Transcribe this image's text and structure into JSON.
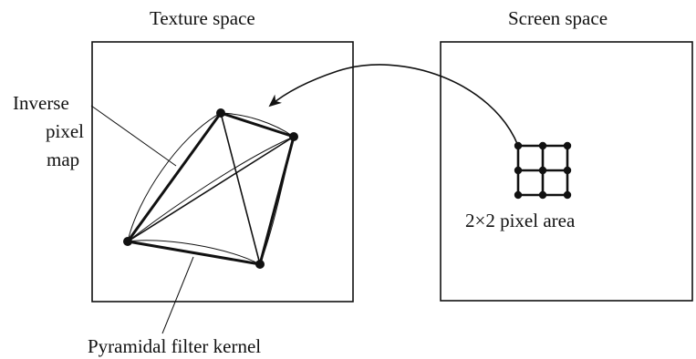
{
  "labels": {
    "texture_space": "Texture space",
    "screen_space": "Screen space",
    "inverse_pixel_map": [
      "Inverse",
      "pixel",
      "map"
    ],
    "pyramidal_filter_kernel": "Pyramidal filter kernel",
    "pixel_area": "2×2 pixel area"
  },
  "colors": {
    "ink": "#111111",
    "background": "#ffffff"
  }
}
